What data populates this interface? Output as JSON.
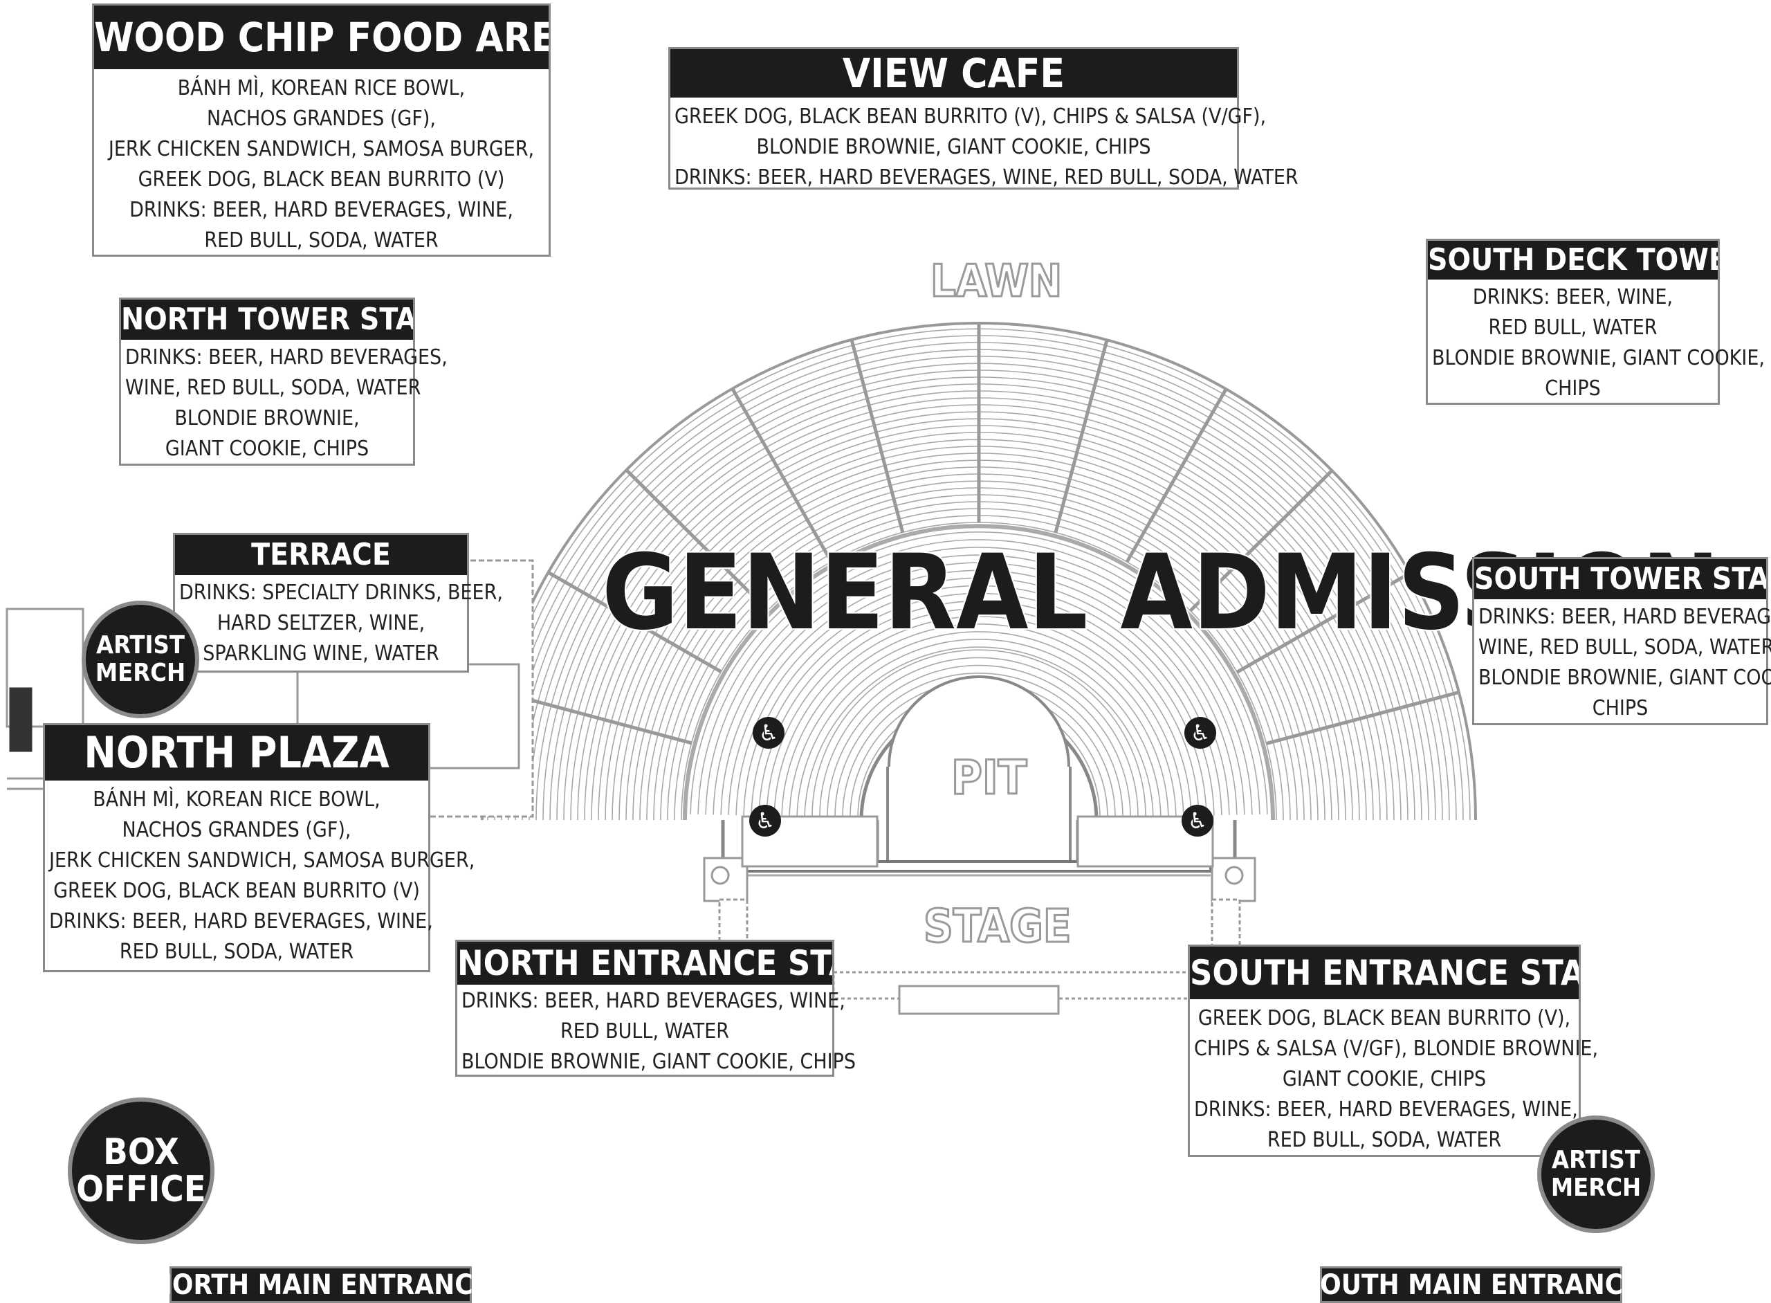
{
  "map": {
    "title": "GENERAL ADMISSION",
    "lawn_label": "LAWN",
    "pit_label": "PIT",
    "stage_label": "STAGE"
  },
  "stands": {
    "wood_chip": {
      "title": "WOOD CHIP FOOD AREA",
      "lines": [
        "BÁNH MÌ, KOREAN RICE BOWL,",
        "NACHOS GRANDES (GF),",
        "JERK CHICKEN SANDWICH, SAMOSA BURGER,",
        "GREEK DOG, BLACK BEAN BURRITO (V)",
        "DRINKS: BEER, HARD BEVERAGES, WINE,",
        "RED BULL, SODA, WATER"
      ]
    },
    "view_cafe": {
      "title": "VIEW CAFE",
      "lines": [
        "GREEK DOG, BLACK BEAN BURRITO (V), CHIPS & SALSA (V/GF),",
        "BLONDIE BROWNIE, GIANT COOKIE, CHIPS",
        "DRINKS: BEER, HARD BEVERAGES, WINE, RED BULL, SODA, WATER"
      ]
    },
    "south_deck_tower": {
      "title": "SOUTH DECK TOWER",
      "lines": [
        "DRINKS: BEER, WINE,",
        "RED BULL, WATER",
        "BLONDIE BROWNIE, GIANT COOKIE,",
        "CHIPS"
      ]
    },
    "north_tower": {
      "title": "NORTH TOWER STAND",
      "lines": [
        "DRINKS: BEER, HARD BEVERAGES,",
        "WINE, RED BULL, SODA, WATER",
        "BLONDIE BROWNIE,",
        "GIANT COOKIE, CHIPS"
      ]
    },
    "terrace": {
      "title": "TERRACE",
      "lines": [
        "DRINKS: SPECIALTY DRINKS, BEER,",
        "HARD SELTZER, WINE,",
        "SPARKLING WINE, WATER"
      ]
    },
    "south_tower": {
      "title": "SOUTH TOWER STAND",
      "lines": [
        "DRINKS: BEER, HARD BEVERAGES,",
        "WINE, RED BULL, SODA, WATER",
        "BLONDIE BROWNIE, GIANT COOKIE,",
        "CHIPS"
      ]
    },
    "north_plaza": {
      "title": "NORTH PLAZA",
      "lines": [
        "BÁNH MÌ, KOREAN RICE BOWL,",
        "NACHOS GRANDES (GF),",
        "JERK CHICKEN SANDWICH, SAMOSA BURGER,",
        "GREEK DOG, BLACK BEAN BURRITO (V)",
        "DRINKS: BEER, HARD BEVERAGES, WINE,",
        "RED BULL, SODA, WATER"
      ]
    },
    "north_entrance": {
      "title": "NORTH ENTRANCE STAND",
      "lines": [
        "DRINKS: BEER, HARD BEVERAGES, WINE,",
        "RED BULL, WATER",
        "BLONDIE BROWNIE, GIANT COOKIE, CHIPS"
      ]
    },
    "south_entrance": {
      "title": "SOUTH ENTRANCE STAND",
      "lines": [
        "GREEK DOG, BLACK BEAN BURRITO (V),",
        "CHIPS & SALSA (V/GF), BLONDIE BROWNIE,",
        "GIANT COOKIE, CHIPS",
        "DRINKS: BEER, HARD BEVERAGES, WINE,",
        "RED BULL, SODA, WATER"
      ]
    }
  },
  "circles": {
    "artist_merch_north": [
      "ARTIST",
      "MERCH"
    ],
    "artist_merch_south": [
      "ARTIST",
      "MERCH"
    ],
    "box_office": [
      "BOX",
      "OFFICE"
    ]
  },
  "entrances": {
    "north": "NORTH MAIN ENTRANCE",
    "south": "SOUTH MAIN ENTRANCE"
  },
  "icons": {
    "accessible": "wheelchair-icon",
    "accessible_glyph": "♿"
  },
  "colors": {
    "header_bg": "#1c1c1c",
    "border": "#8a8a8a",
    "map_line": "#9a9a9a"
  }
}
